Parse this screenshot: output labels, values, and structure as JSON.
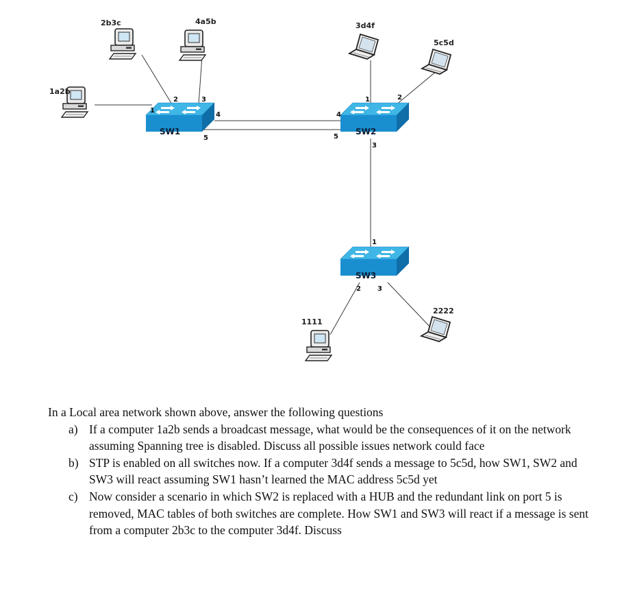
{
  "diagram": {
    "hosts": {
      "h1a2b": "1a2b",
      "h2b3c": "2b3c",
      "h4a5b": "4a5b",
      "h3d4f": "3d4f",
      "h5c5d": "5c5d",
      "h1111": "1111",
      "h2222": "2222"
    },
    "switches": {
      "sw1": "SW1",
      "sw2": "SW2",
      "sw3": "SW3"
    },
    "ports": {
      "sw1_p1": "1",
      "sw1_p2": "2",
      "sw1_p3": "3",
      "sw1_p4": "4",
      "sw1_p5": "5",
      "sw2_p1": "1",
      "sw2_p2": "2",
      "sw2_p3": "3",
      "sw2_p4": "4",
      "sw2_p5": "5",
      "sw3_p1": "1",
      "sw3_p2": "2",
      "sw3_p3": "3"
    },
    "colors": {
      "switch_top": "#3fb6e6",
      "switch_front": "#1a8fd0",
      "switch_side": "#0f6ea8",
      "link": "#3a3a3a"
    }
  },
  "questions": {
    "intro": "In a Local area network shown above, answer the following questions",
    "items": [
      {
        "marker": "a)",
        "text": "If a computer 1a2b sends a broadcast message, what would be the consequences of it on the network assuming Spanning tree is disabled. Discuss all possible issues network could face"
      },
      {
        "marker": "b)",
        "text": "STP is enabled on all switches now. If a computer 3d4f sends a message to 5c5d, how SW1, SW2 and SW3 will react assuming SW1 hasn’t learned the MAC address 5c5d yet"
      },
      {
        "marker": "c)",
        "text": "Now consider a scenario in which SW2 is replaced with a HUB and the redundant link on port 5 is removed, MAC tables of both switches are complete. How SW1 and SW3 will react if a message is sent from a computer 2b3c to the computer 3d4f. Discuss"
      }
    ]
  }
}
